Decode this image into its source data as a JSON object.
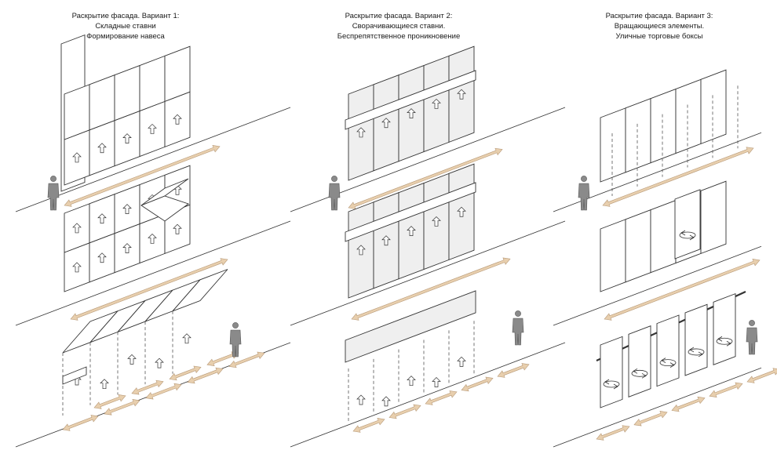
{
  "columns": [
    {
      "title_lines": [
        "Раскрытие фасада. Вариант 1:",
        "Складные ставни",
        "Формирование навеса"
      ]
    },
    {
      "title_lines": [
        "Раскрытие фасада. Вариант 2:",
        "Сворачивающиеся ставни.",
        "Беспрепятственное проникновение"
      ]
    },
    {
      "title_lines": [
        "Раскрытие фасада. Вариант 3:",
        "Вращающиеся элементы.",
        "Уличные торговые боксы"
      ]
    }
  ],
  "colors": {
    "line": "#333333",
    "arrow": "#e8cfae",
    "arrow_stroke": "#b89a78",
    "person": "#8a8a8a",
    "shade": "#efefef"
  }
}
